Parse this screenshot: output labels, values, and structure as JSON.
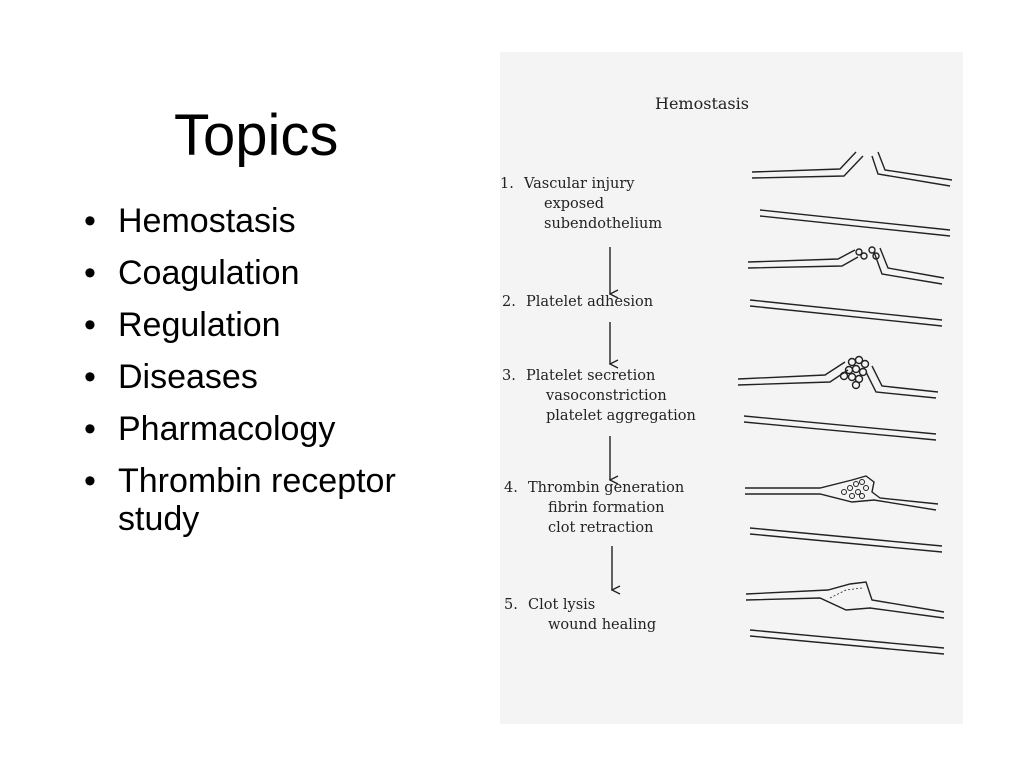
{
  "slide": {
    "title": "Topics",
    "bullets": [
      "Hemostasis",
      "Coagulation",
      "Regulation",
      "Diseases",
      "Pharmacology",
      "Thrombin receptor study"
    ]
  },
  "figure": {
    "title": "Hemostasis",
    "steps": [
      {
        "num": "1.",
        "label": "Vascular injury",
        "details": [
          "exposed",
          "subendothelium"
        ]
      },
      {
        "num": "2.",
        "label": "Platelet adhesion",
        "details": []
      },
      {
        "num": "3.",
        "label": "Platelet secretion",
        "details": [
          "vasoconstriction",
          "platelet aggregation"
        ]
      },
      {
        "num": "4.",
        "label": "Thrombin generation",
        "details": [
          "fibrin formation",
          "clot retraction"
        ]
      },
      {
        "num": "5.",
        "label": "Clot lysis",
        "details": [
          "wound healing"
        ]
      }
    ]
  },
  "colors": {
    "background": "#ffffff",
    "text": "#000000",
    "figure_bg": "#f4f4f4",
    "ink": "#222222"
  }
}
